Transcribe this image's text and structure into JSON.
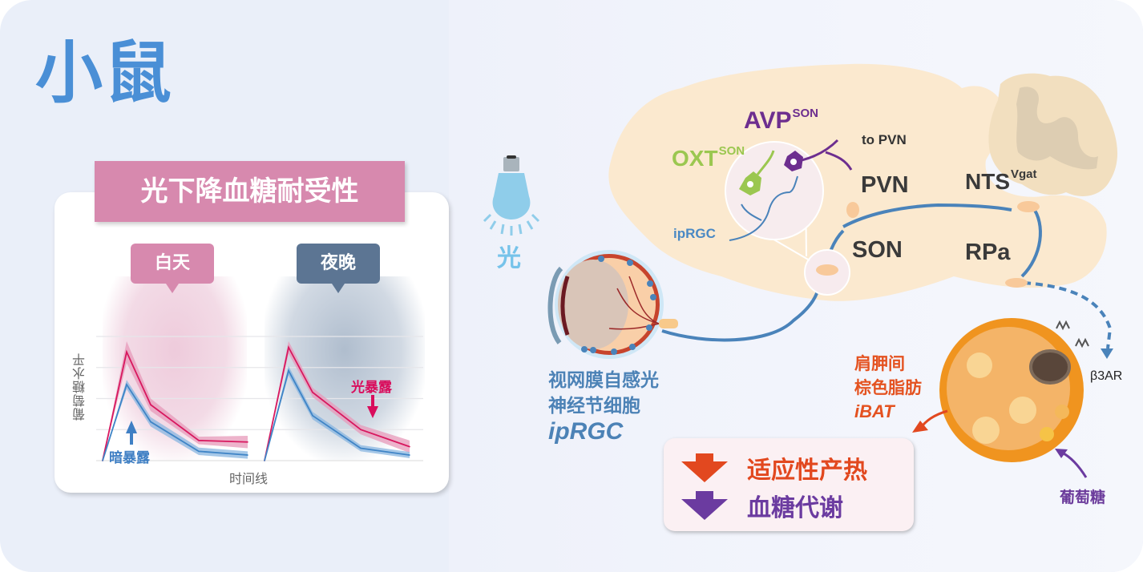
{
  "title": "小鼠",
  "panel": {
    "title": "光下降血糖耐受性",
    "day_tag": "白天",
    "night_tag": "夜晚",
    "annotation_dark": "暗暴露",
    "annotation_light": "光暴露"
  },
  "chart_data": [
    {
      "type": "line",
      "title": "白天",
      "xlabel": "时间线",
      "ylabel": "葡萄糖水平",
      "x": [
        0,
        1,
        2,
        3,
        4
      ],
      "ylim": [
        0,
        4
      ],
      "grid": true,
      "series": [
        {
          "name": "光暴露",
          "color": "#d8185f",
          "band_color": "#e79ab9",
          "values": [
            0,
            3.5,
            1.8,
            0.65,
            0.6
          ],
          "error": [
            0,
            0.35,
            0.2,
            0.12,
            0.2
          ]
        },
        {
          "name": "暗暴露",
          "color": "#3f84c6",
          "band_color": "#88b6e0",
          "values": [
            0,
            2.45,
            1.25,
            0.3,
            0.18
          ],
          "error": [
            0,
            0.15,
            0.15,
            0.12,
            0.12
          ]
        }
      ]
    },
    {
      "type": "line",
      "title": "夜晚",
      "xlabel": "时间线",
      "ylabel": "葡萄糖水平",
      "x": [
        0,
        1,
        2,
        3,
        4
      ],
      "ylim": [
        0,
        4
      ],
      "grid": true,
      "series": [
        {
          "name": "光暴露",
          "color": "#d8185f",
          "band_color": "#e79ab9",
          "values": [
            0,
            3.65,
            2.2,
            1.0,
            0.45
          ],
          "error": [
            0,
            0.2,
            0.15,
            0.15,
            0.2
          ]
        },
        {
          "name": "暗暴露",
          "color": "#3f84c6",
          "band_color": "#88b6e0",
          "values": [
            0,
            2.9,
            1.45,
            0.4,
            0.18
          ],
          "error": [
            0,
            0.15,
            0.12,
            0.1,
            0.1
          ]
        }
      ]
    }
  ],
  "diagram": {
    "light_label": "光",
    "light_icon": "light-bulb-icon",
    "avp": {
      "main": "AVP",
      "sup": "SON"
    },
    "oxt": {
      "main": "OXT",
      "sup": "SON"
    },
    "to_pvn": "to PVN",
    "pvn": "PVN",
    "son": "SON",
    "nts": {
      "main": "NTS",
      "sup": "Vgat"
    },
    "rpa": "RPa",
    "iprgc_small": "ipRGC",
    "retina_label": {
      "line1": "视网膜自感光",
      "line2": "神经节细胞",
      "line3": "ipRGC"
    },
    "ibat_label": {
      "line1": "肩胛间",
      "line2": "棕色脂肪",
      "line3": "iBAT"
    },
    "beta3ar": "β3AR",
    "glucose": "葡萄糖"
  },
  "results": {
    "thermogenesis": "适应性产热",
    "glucose_metabolism": "血糖代谢",
    "colors": {
      "thermogenesis": "#e2481f",
      "glucose_metabolism": "#6b3ba0"
    }
  },
  "colors": {
    "title": "#4a8fd6",
    "panel_title_bg": "#d789ae",
    "night_tag_bg": "#5c7593",
    "pathway": "#4a83ba",
    "brain": "#fbe9cf",
    "bat_outer": "#f0941f"
  }
}
